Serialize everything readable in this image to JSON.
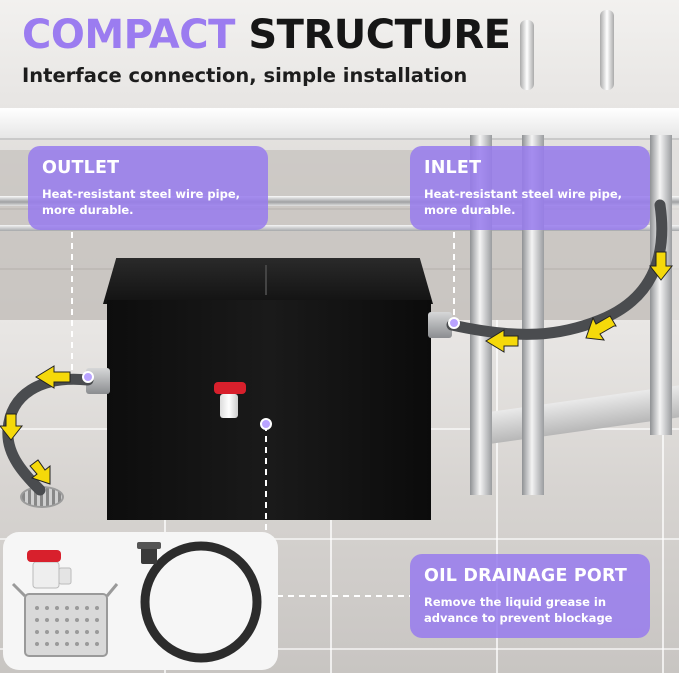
{
  "heading": {
    "accent_word": "COMPACT",
    "dark_word": "STRUCTURE",
    "subtitle": "Interface connection, simple installation"
  },
  "callouts": {
    "outlet": {
      "title": "OUTLET",
      "desc_line1": "Heat-resistant steel wire pipe,",
      "desc_line2": "more durable."
    },
    "inlet": {
      "title": "INLET",
      "desc_line1": "Heat-resistant steel wire pipe,",
      "desc_line2": "more durable."
    },
    "oil_port": {
      "title": "OIL DRAINAGE PORT",
      "desc_line1": "Remove the liquid grease in",
      "desc_line2": "advance to prevent blockage"
    }
  },
  "colors": {
    "accent_purple": "#9b7cf0",
    "callout_purple": "#977cee",
    "flow_arrow_yellow": "#f5d90a",
    "valve_red": "#d8202c",
    "tank_black": "#111111"
  },
  "icons": [
    "flow-arrow-icon",
    "marker-dot-icon",
    "ball-valve-icon",
    "floor-drain-icon"
  ]
}
